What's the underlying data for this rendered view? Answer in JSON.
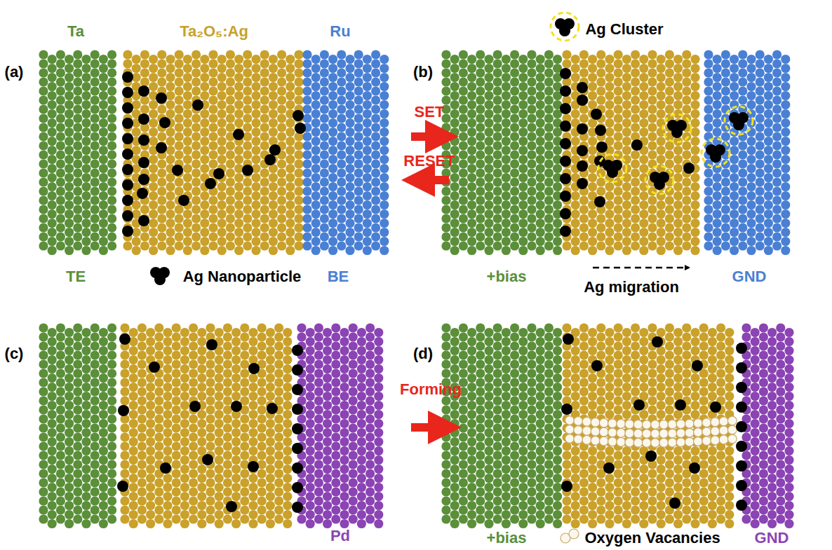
{
  "diagram": {
    "labels": [
      "Ta",
      "Ta₂O₅:Ag",
      "Ru",
      "(a)",
      "TE",
      "Ag Nanoparticle",
      "BE",
      "SET",
      "RESET",
      "(b)",
      "Ag Cluster",
      "+bias",
      "Ag migration",
      "GND",
      "(c)",
      "Pd",
      "Forming",
      "(d)",
      "+bias",
      "Oxygen Vacancies",
      "GND"
    ]
  }
}
